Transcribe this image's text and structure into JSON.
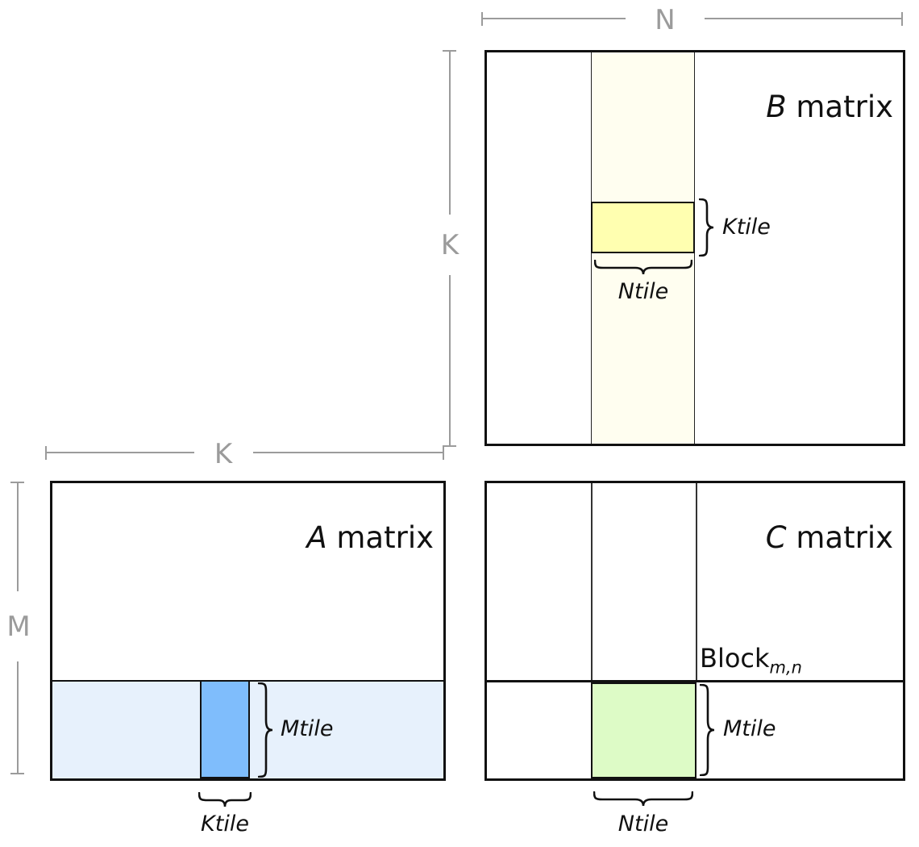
{
  "colors": {
    "line_gray": "#9b9b9b",
    "ink": "#111111",
    "strip_ivory": "#fffef0",
    "tile_yellow": "#ffffb0",
    "strip_blue": "#e7f1fc",
    "tile_blue": "#7fbdfc",
    "tile_green": "#ddfbc6"
  },
  "dims": {
    "n": "N",
    "k_b": "K",
    "k_a": "K",
    "m": "M"
  },
  "matrices": {
    "b": {
      "title_var": "B",
      "title_rest": " matrix",
      "ktile": "Ktile",
      "ntile": "Ntile"
    },
    "a": {
      "title_var": "A",
      "title_rest": " matrix",
      "mtile": "Mtile",
      "ktile": "Ktile"
    },
    "c": {
      "title_var": "C",
      "title_rest": " matrix",
      "block_base": "Block",
      "block_sub": "m,n",
      "mtile": "Mtile",
      "ntile": "Ntile"
    }
  }
}
